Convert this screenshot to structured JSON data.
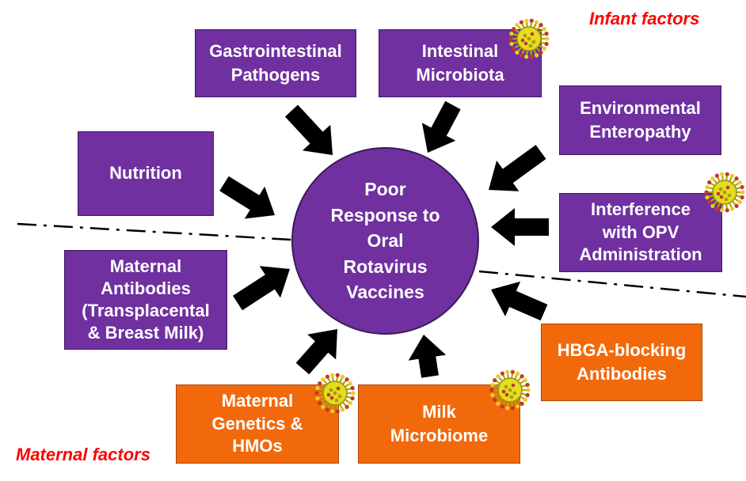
{
  "captions": {
    "infant": "Infant factors",
    "maternal": "Maternal factors"
  },
  "center": {
    "lines": [
      "Poor",
      "Response to",
      "Oral",
      "Rotavirus",
      "Vaccines"
    ]
  },
  "infant_boxes": {
    "gastrointestinal": [
      "Gastrointestinal",
      "Pathogens"
    ],
    "microbiota": [
      "Intestinal",
      "Microbiota"
    ],
    "enteropathy": [
      "Environmental",
      "Enteropathy"
    ],
    "nutrition": [
      "Nutrition"
    ],
    "opv": [
      "Interference",
      "with OPV",
      "Administration"
    ]
  },
  "maternal_boxes": {
    "antibodies": [
      "Maternal",
      "Antibodies",
      "(Transplacental",
      "& Breast Milk)"
    ],
    "hbga": [
      "HBGA-blocking",
      "Antibodies"
    ],
    "genetics": [
      "Maternal",
      "Genetics &",
      "HMOs"
    ],
    "milk": [
      "Milk",
      "Microbiome"
    ]
  },
  "colors": {
    "infant_box": "#7030a0",
    "maternal_box": "#f2690b",
    "center_circle": "#7030a0",
    "caption_text": "#ff0000",
    "arrow": "#000000",
    "virus_icon": "#e3dc1f"
  },
  "icons": [
    "rotavirus-icon"
  ]
}
